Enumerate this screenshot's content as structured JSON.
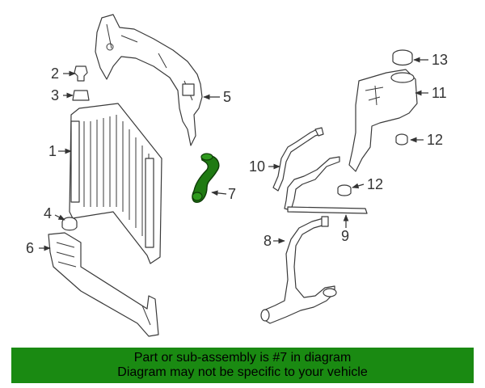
{
  "callouts": {
    "c1": "1",
    "c2": "2",
    "c3": "3",
    "c4": "4",
    "c5": "5",
    "c6": "6",
    "c7": "7",
    "c8": "8",
    "c9": "9",
    "c10": "10",
    "c11": "11",
    "c12a": "12",
    "c12b": "12",
    "c13": "13"
  },
  "banner": {
    "line1": "Part or sub-assembly is #7 in diagram",
    "line2": "Diagram may not be specific to your vehicle"
  },
  "colors": {
    "highlight": "#1f7a12",
    "banner_bg": "#1a8a12",
    "banner_text": "#000000",
    "line": "#3a3a3a"
  }
}
